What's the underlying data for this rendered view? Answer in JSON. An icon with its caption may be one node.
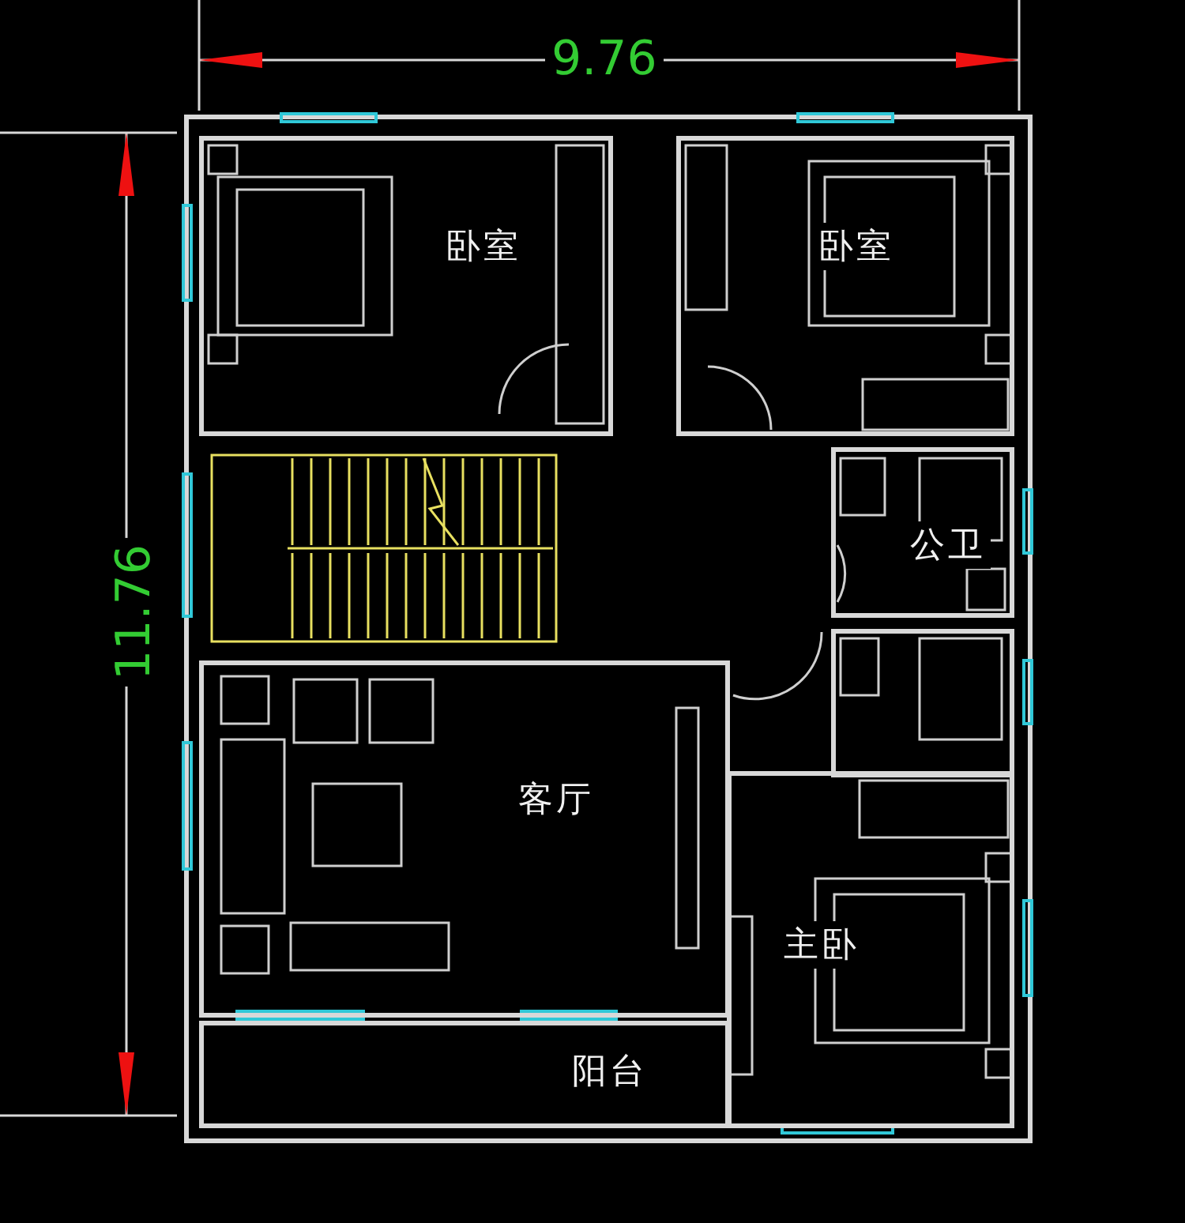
{
  "diagram": {
    "nodes": [
      {
        "text": [
          "卧室"
        ]
      },
      {
        "text": [
          "卧室"
        ]
      },
      {
        "text": [
          "公卫"
        ]
      },
      {
        "text": [],
        "shape": "box"
      },
      {
        "text": [
          "客厅"
        ]
      },
      {
        "text": [
          "主卧"
        ]
      },
      {
        "text": [
          "阳台"
        ]
      }
    ],
    "labels": [
      "9.76",
      "11.76"
    ]
  }
}
